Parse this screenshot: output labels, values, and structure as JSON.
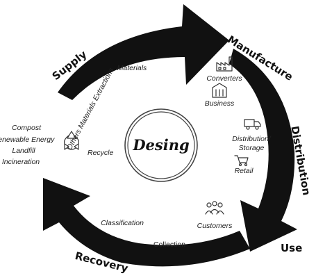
{
  "center": {
    "label": "Desing"
  },
  "stages": {
    "supply": "Supply",
    "manufacture": "Manufacture",
    "distribution": "Distribution",
    "use": "Use",
    "recovery": "Recovery"
  },
  "items": {
    "materials": "Materials",
    "extractions": "Others Materials Extractions",
    "converters": "Converters",
    "business": "Business",
    "distribution_storage_line1": "Distribution/",
    "distribution_storage_line2": "Storage",
    "retail": "Retail",
    "customers": "Customers",
    "collection": "Collection",
    "classification": "Classification",
    "recycle": "Recycle"
  },
  "end_of_life": [
    "Compost",
    "Renewable Energy",
    "Landfill",
    "Incineration"
  ],
  "colors": {
    "arrow": "#111111",
    "ring": "#444444",
    "text": "#222222",
    "background": "#ffffff"
  },
  "icons": [
    "factory-icon",
    "office-building-icon",
    "delivery-truck-icon",
    "shopping-cart-icon",
    "people-group-icon",
    "recycle-icon"
  ]
}
